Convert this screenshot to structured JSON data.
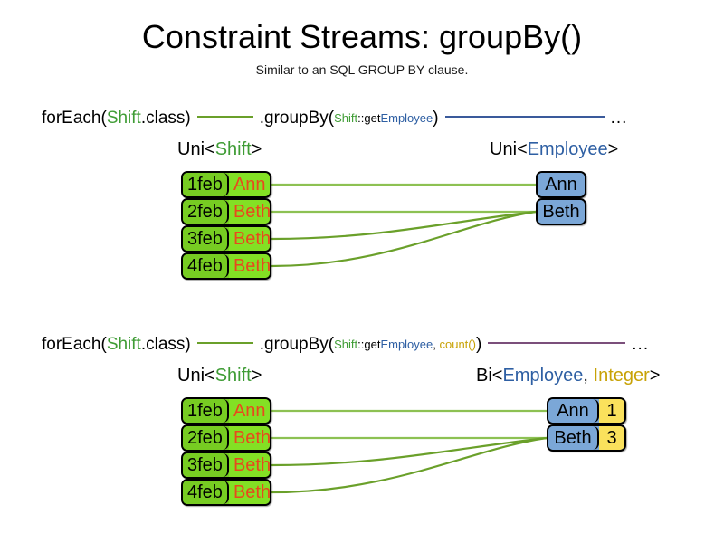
{
  "header": {
    "title": "Constraint Streams: groupBy()",
    "subtitle": "Similar to an SQL GROUP BY clause."
  },
  "colors": {
    "shift_green": "#77cc22",
    "shift_name_green": "#83e024",
    "employee_blue": "#7ba7d7",
    "count_yellow": "#fae15c",
    "class_green_text": "#3f9c35",
    "class_blue_text": "#2e5fa3",
    "class_gold_text": "#c8a206",
    "name_orange_text": "#e8491d",
    "link_green": "#6aa02a",
    "link_blue": "#3a5a9b",
    "link_purple": "#7b4f7b"
  },
  "rows": [
    {
      "id": "row-groupby-key",
      "code": {
        "for_each_prefix": "forEach(",
        "for_each_class": "Shift",
        "for_each_suffix": ".class)",
        "group_by_prefix": ".groupBy(",
        "arg_class": "Shift",
        "arg_method_sep": "::get",
        "arg_property": "Employee",
        "group_by_suffix": ")",
        "ellipsis": "...",
        "connector_left_color": "#6aa02a",
        "connector_right_color": "#3a5a9b"
      },
      "left_type": {
        "outer_open": "Uni<",
        "inner": "Shift",
        "outer_close": ">"
      },
      "right_type": {
        "outer_open": "Uni<",
        "inner": "Employee",
        "outer_close": ">"
      },
      "shifts": [
        {
          "date": "1feb",
          "name": "Ann"
        },
        {
          "date": "2feb",
          "name": "Beth"
        },
        {
          "date": "3feb",
          "name": "Beth"
        },
        {
          "date": "4feb",
          "name": "Beth"
        }
      ],
      "employees": [
        {
          "name": "Ann"
        },
        {
          "name": "Beth"
        }
      ]
    },
    {
      "id": "row-groupby-key-count",
      "code": {
        "for_each_prefix": "forEach(",
        "for_each_class": "Shift",
        "for_each_suffix": ".class)",
        "group_by_prefix": ".groupBy(",
        "arg_class": "Shift",
        "arg_method_sep": "::get",
        "arg_property": "Employee",
        "arg_separator": ", ",
        "arg_collector": "count()",
        "group_by_suffix": ")",
        "ellipsis": "...",
        "connector_left_color": "#6aa02a",
        "connector_right_color": "#7b4f7b"
      },
      "left_type": {
        "outer_open": "Uni<",
        "inner": "Shift",
        "outer_close": ">"
      },
      "right_type": {
        "outer_open": "Bi<",
        "inner": "Employee",
        "middle": ", ",
        "inner2": "Integer",
        "outer_close": ">"
      },
      "shifts": [
        {
          "date": "1feb",
          "name": "Ann"
        },
        {
          "date": "2feb",
          "name": "Beth"
        },
        {
          "date": "3feb",
          "name": "Beth"
        },
        {
          "date": "4feb",
          "name": "Beth"
        }
      ],
      "employees": [
        {
          "name": "Ann",
          "count": "1"
        },
        {
          "name": "Beth",
          "count": "3"
        }
      ]
    }
  ]
}
